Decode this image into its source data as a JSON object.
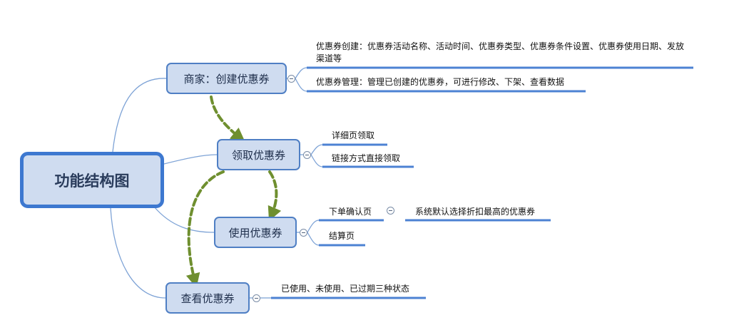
{
  "root": {
    "label": "功能结构图"
  },
  "branches": [
    {
      "label": "商家：创建优惠券",
      "children": [
        {
          "label": "优惠券创建：优惠券活动名称、活动时间、优惠券类型、优惠券条件设置、优惠券使用日期、发放渠道等"
        },
        {
          "label": "优惠券管理：管理已创建的优惠券，可进行修改、下架、查看数据"
        }
      ]
    },
    {
      "label": "领取优惠券",
      "children": [
        {
          "label": "详细页领取"
        },
        {
          "label": "链接方式直接领取"
        }
      ]
    },
    {
      "label": "使用优惠券",
      "children": [
        {
          "label": "下单确认页",
          "child": {
            "label": "系统默认选择折扣最高的优惠券"
          }
        },
        {
          "label": "结算页"
        }
      ]
    },
    {
      "label": "查看优惠券",
      "children": [
        {
          "label": "已使用、未使用、已过期三种状态"
        }
      ]
    }
  ],
  "colors": {
    "connector": "#7ea3d6",
    "underline": "#4c82d3",
    "flow_arrow": "#6f8f2f",
    "node_fill": "#cfdcf0",
    "node_border": "#4f7fc4"
  }
}
